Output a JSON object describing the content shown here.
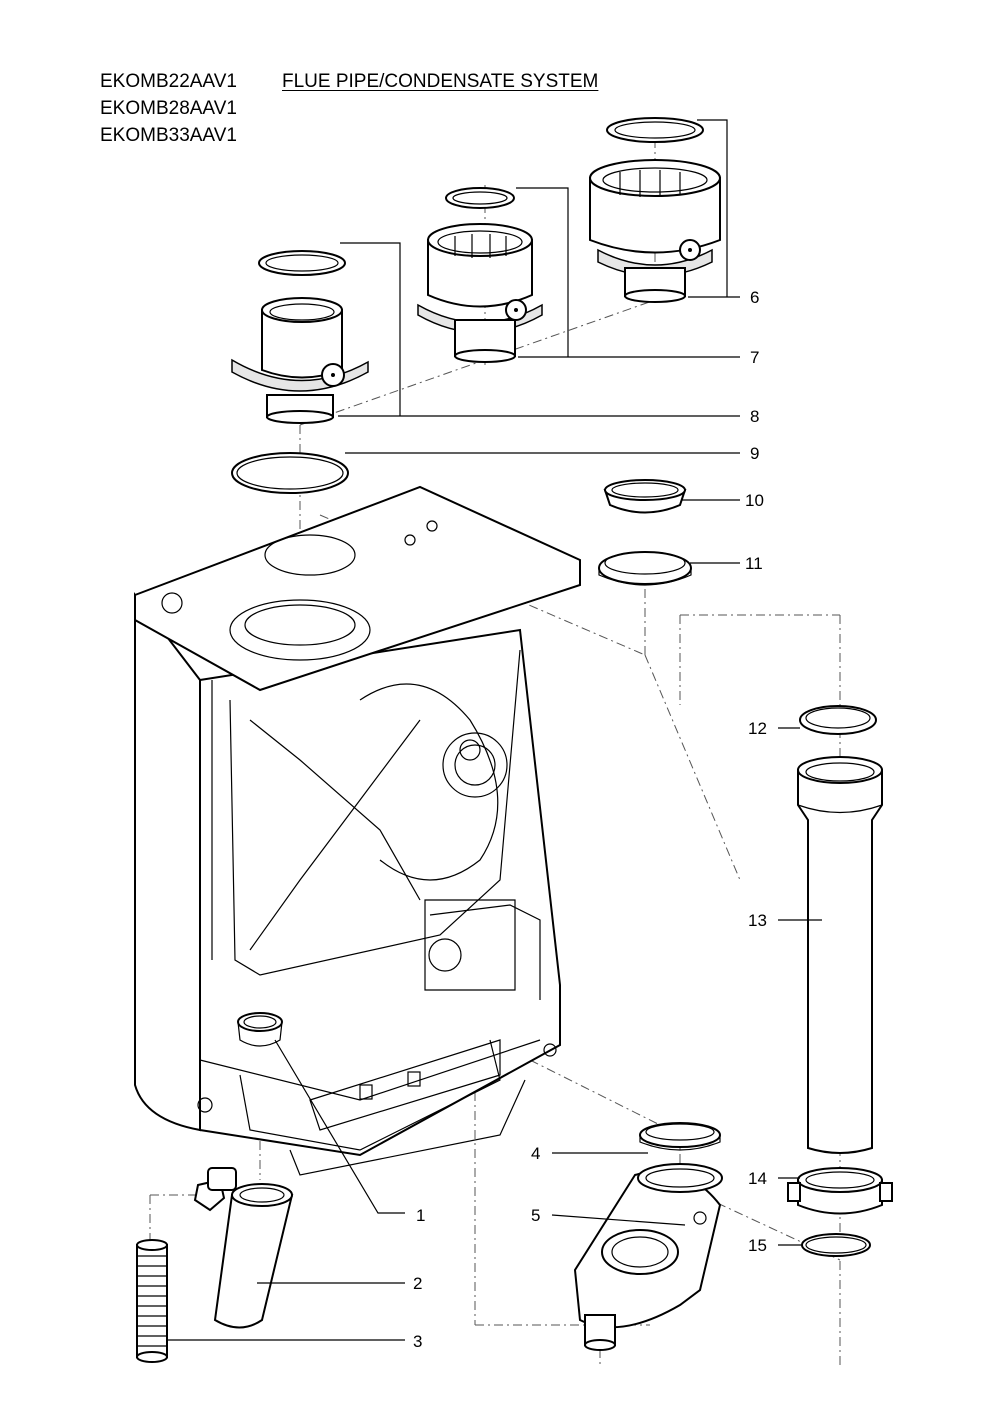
{
  "header": {
    "models": [
      "EKOMB22AAV1",
      "EKOMB28AAV1",
      "EKOMB33AAV1"
    ],
    "title": "FLUE PIPE/CONDENSATE SYSTEM"
  },
  "callouts": [
    "1",
    "2",
    "3",
    "4",
    "5",
    "6",
    "7",
    "8",
    "9",
    "10",
    "11",
    "12",
    "13",
    "14",
    "15"
  ]
}
